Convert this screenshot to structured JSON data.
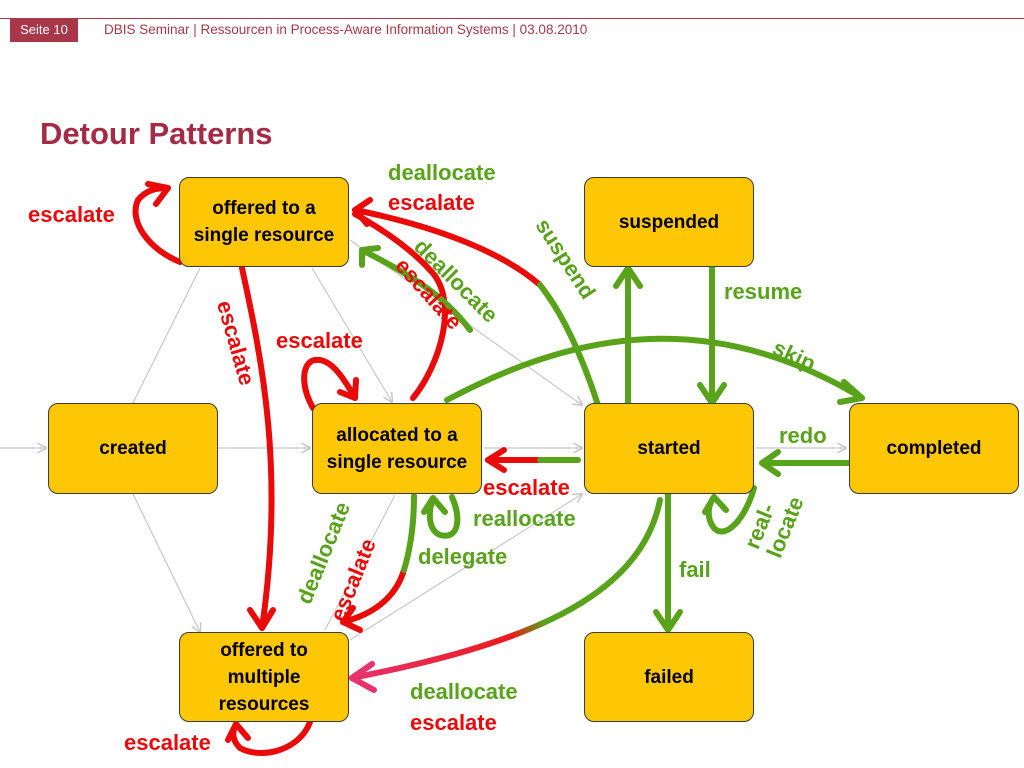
{
  "header": {
    "page_label": "Seite 10",
    "text": "DBIS Seminar | Ressourcen in Process-Aware Information Systems | 03.08.2010"
  },
  "title": "Detour Patterns",
  "states": {
    "offered_single": "offered to a single resource",
    "created": "created",
    "allocated_single": "allocated to a single resource",
    "offered_multiple": "offered to multiple resources",
    "suspended": "suspended",
    "started": "started",
    "failed": "failed",
    "completed": "completed"
  },
  "labels": {
    "escalate_top_left": "escalate",
    "deallocate_top": "deallocate",
    "escalate_top": "escalate",
    "suspend": "suspend",
    "deallocate_diag": "deallocate",
    "escalate_diag": "escalate",
    "escalate_vertical": "escalate",
    "escalate_mid": "escalate",
    "resume": "resume",
    "skip": "skip",
    "redo": "redo",
    "escalate_started": "escalate",
    "reallocate": "reallocate",
    "delegate": "delegate",
    "reallocate_vertical": "real-\nlocate",
    "fail": "fail",
    "deallocate_rot_bottom": "deallocate",
    "escalate_rot_bottom": "escalate",
    "deallocate_bottom": "deallocate",
    "escalate_bottom_right": "escalate",
    "escalate_bottom_left": "escalate"
  },
  "colors": {
    "brand": "#a8374a",
    "title": "#a52a46",
    "state_fill": "#fdc706",
    "red": "#ea0a0a",
    "green": "#58a31a"
  }
}
